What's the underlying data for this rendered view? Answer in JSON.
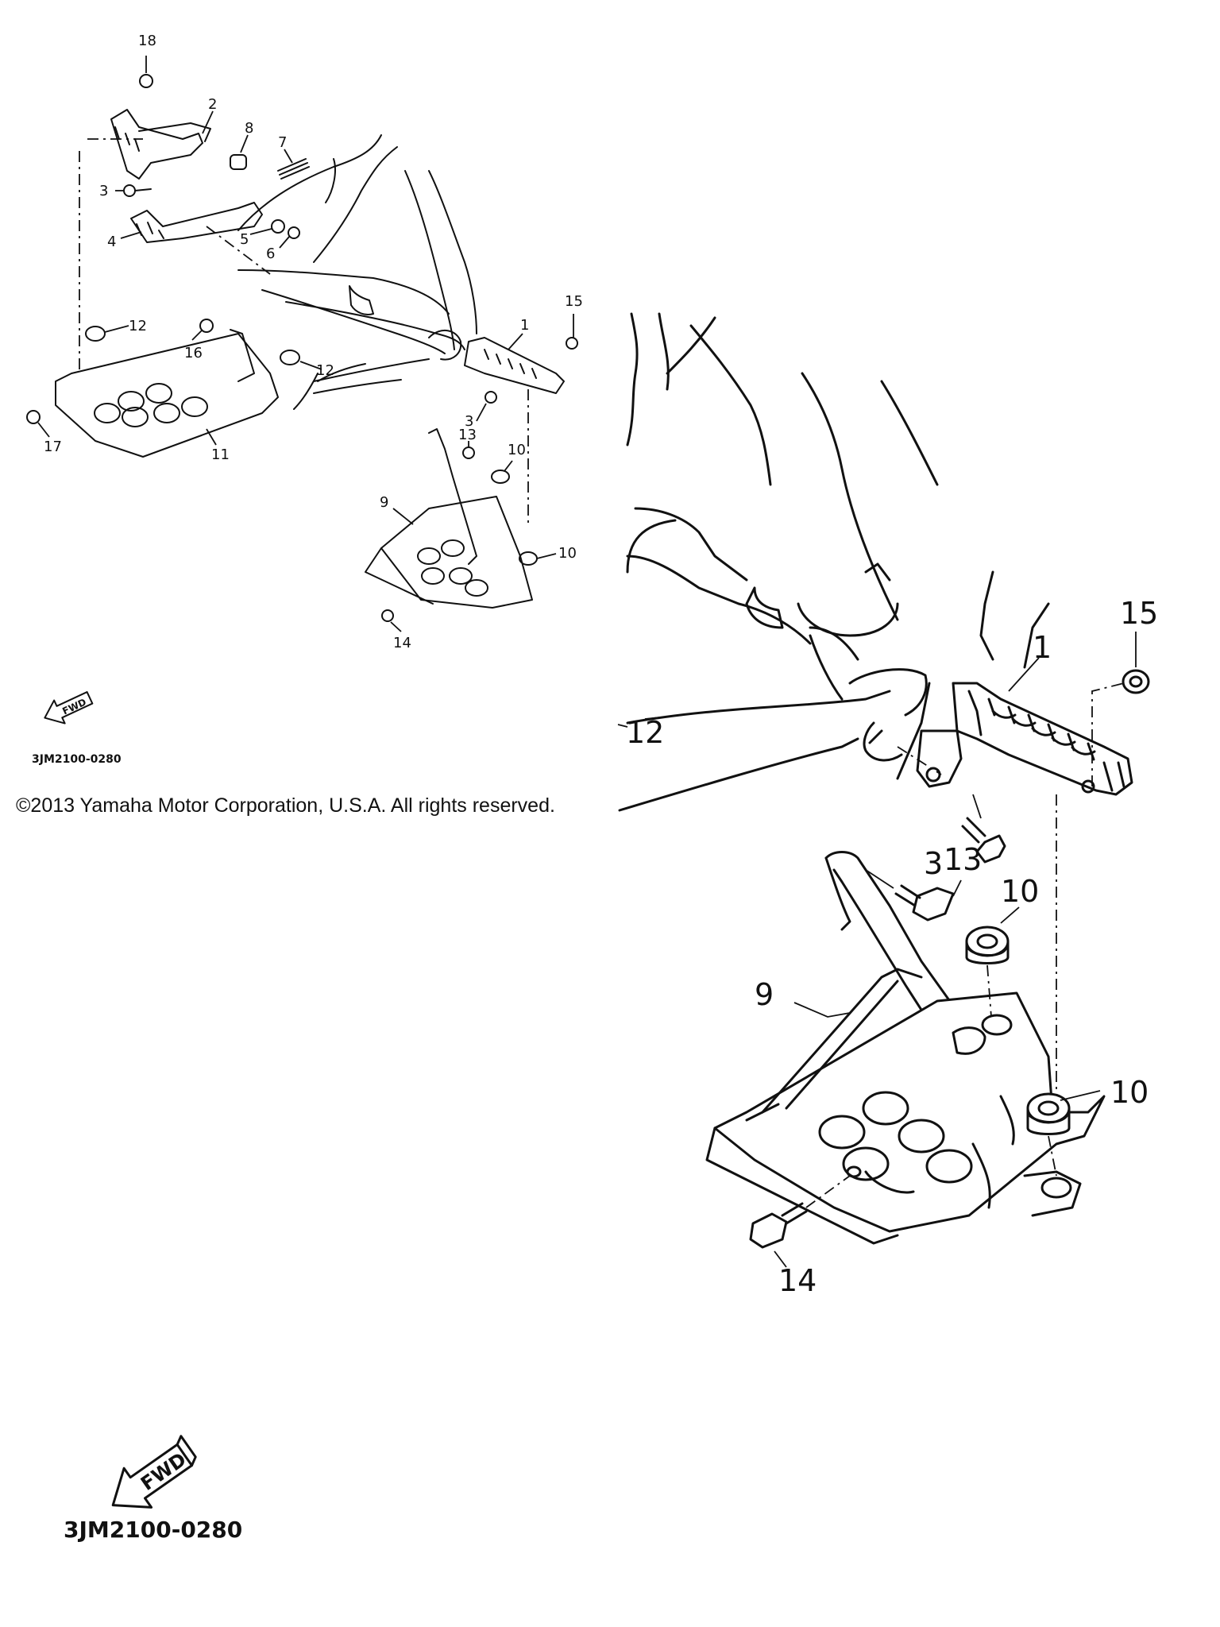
{
  "small_view": {
    "callouts": [
      "18",
      "2",
      "8",
      "7",
      "3",
      "5",
      "6",
      "4",
      "12",
      "16",
      "12",
      "15",
      "1",
      "3",
      "13",
      "10",
      "17",
      "11",
      "9",
      "10",
      "14"
    ],
    "fwd_label": "FWD",
    "diagram_code": "3JM2100-0280"
  },
  "large_view": {
    "callouts": [
      "15",
      "1",
      "12",
      "3",
      "13",
      "10",
      "9",
      "10",
      "14"
    ],
    "fwd_label": "FWD",
    "diagram_code": "3JM2100-0280"
  },
  "copyright": "©2013 Yamaha Motor Corporation, U.S.A. All rights reserved."
}
